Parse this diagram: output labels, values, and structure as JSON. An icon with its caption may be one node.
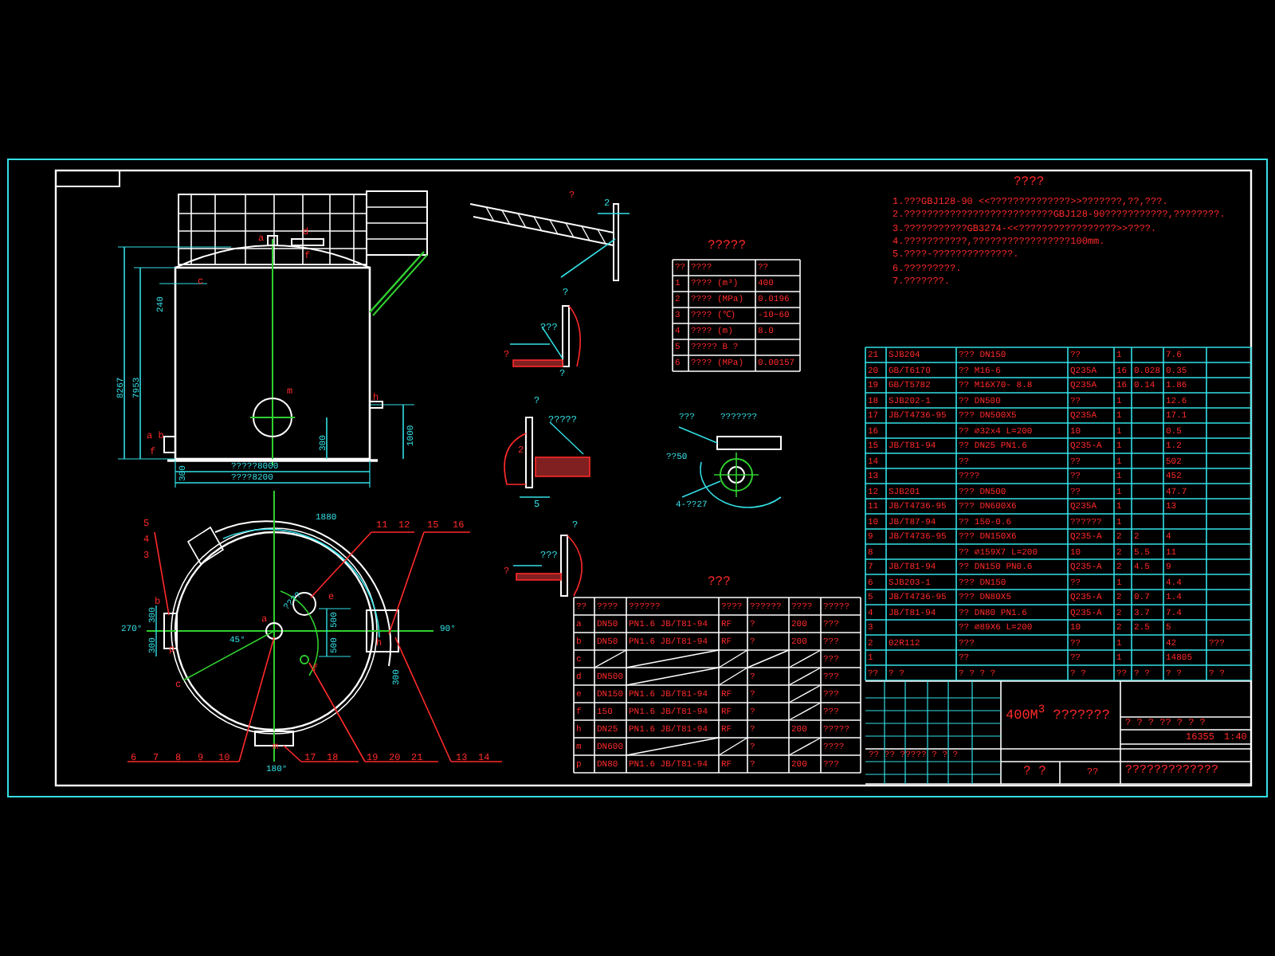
{
  "diagram": {
    "labels": [
      "????",
      "1.???GBJ128-90 <<??????????????>>???????,??,???.",
      "2.??????????????????????????GBJ128-90???????????,????????.",
      "3.???????????GB3274-<<?????????????????>>????.",
      "4.???????????,?????????????????100mm.",
      "5.????-??????????????.",
      "6.?????????.",
      "7.???????.",
      "?????",
      "??",
      "????",
      "??",
      "1",
      "???? (m³)",
      "400",
      "2",
      "???? (MPa)",
      "0.0196",
      "3",
      "???? (℃)",
      "-10~60",
      "4",
      "???? (m)",
      "8.0",
      "5",
      "????? B ?",
      "6",
      "???? (MPa)",
      "0.00157",
      "???",
      "??",
      "????",
      "??????",
      "????",
      "??????",
      "????",
      "?????",
      "a",
      "DN50",
      "PN1.6 JB/T81-94",
      "RF",
      "?",
      "200",
      "???",
      "b",
      "DN50",
      "PN1.6 JB/T81-94",
      "RF",
      "?",
      "200",
      "???",
      "c",
      "???",
      "d",
      "DN500",
      "?",
      "???",
      "e",
      "DN150",
      "PN1.6 JB/T81-94",
      "RF",
      "?",
      "???",
      "f",
      "150",
      "PN1.6 JB/T81-94",
      "RF",
      "?",
      "???",
      "h",
      "DN25",
      "PN1.6 JB/T81-94",
      "RF",
      "?",
      "200",
      "?????",
      "m",
      "DN600",
      "?",
      "????",
      "p",
      "DN80",
      "PN1.6 JB/T81-94",
      "RF",
      "?",
      "200",
      "???",
      "21",
      "SJB204",
      "??? DN150",
      "??",
      "1",
      "7.6",
      "20",
      "GB/T6170",
      "?? M16-6",
      "Q235A",
      "16",
      "0.028",
      "0.35",
      "19",
      "GB/T5782",
      "?? M16X70- 8.8",
      "Q235A",
      "16",
      "0.14",
      "1.86",
      "18",
      "SJB202-1",
      "?? DN500",
      "??",
      "1",
      "12.6",
      "17",
      "JB/T4736-95",
      "??? DN500X5",
      "Q235A",
      "1",
      "17.1",
      "16",
      "?? ⌀32x4  L=200",
      "10",
      "1",
      "0.5",
      "15",
      "JB/T81-94",
      "?? DN25  PN1.6",
      "Q235-A",
      "1",
      "1.2",
      "14",
      "??",
      "??",
      "1",
      "502",
      "13",
      "????",
      "??",
      "1",
      "452",
      "12",
      "SJB201",
      "??? DN500",
      "??",
      "1",
      "47.7",
      "11",
      "JB/T4736-95",
      "??? DN600X6",
      "Q235A",
      "1",
      "13",
      "10",
      "JB/T87-94",
      "?? 150-0.6",
      "??????",
      "1",
      "9",
      "JB/T4736-95",
      "??? DN150X6",
      "Q235-A",
      "2",
      "2",
      "4",
      "8",
      "?? ⌀159X7  L=200",
      "10",
      "2",
      "5.5",
      "11",
      "7",
      "JB/T81-94",
      "?? DN150  PN0.6",
      "Q235-A",
      "2",
      "4.5",
      "9",
      "6",
      "SJB203-1",
      "??? DN150",
      "??",
      "1",
      "4.4",
      "5",
      "JB/T4736-95",
      "??? DN80X5",
      "Q235-A",
      "2",
      "0.7",
      "1.4",
      "4",
      "JB/T81-94",
      "?? DN80  PN1.6",
      "Q235-A",
      "2",
      "3.7",
      "7.4",
      "3",
      "?? ⌀89X6  L=200",
      "10",
      "2",
      "2.5",
      "5",
      "2",
      "02R112",
      "???",
      "??",
      "1",
      "42",
      "???",
      "1",
      "??",
      "??",
      "1",
      "14805",
      "??",
      "? ?",
      "? ? ? ?",
      "? ?",
      "??",
      "? ?",
      "? ?",
      "? ?",
      "400M$^{3}$ ???????",
      "? ? ? ?? ? ? ?",
      "16355",
      "1:40",
      "?? ?? ????? ? ? ?",
      "? ?",
      "??",
      "?????????????",
      "a",
      "d",
      "f",
      "c",
      "m",
      "h",
      "a b",
      "f",
      "240",
      "8267",
      "7953",
      "300",
      "1000",
      "300",
      "?????8000",
      "????8200",
      "5",
      "4",
      "3",
      "6",
      "7",
      "8",
      "9",
      "10",
      "11",
      "12",
      "15",
      "16",
      "17",
      "18",
      "19",
      "20",
      "21",
      "13",
      "14",
      "b",
      "p",
      "c",
      "a",
      "e",
      "m",
      "h",
      "f",
      "270°",
      "90°",
      "180°",
      "1880",
      "300",
      "300",
      "500",
      "500",
      "300",
      "45°",
      "????",
      "?",
      "2",
      "?",
      "???",
      "?",
      "?",
      "?",
      "?????",
      "2",
      "5",
      "?",
      "???",
      "?",
      "???",
      "???????",
      "??50",
      "4-??27"
    ]
  }
}
